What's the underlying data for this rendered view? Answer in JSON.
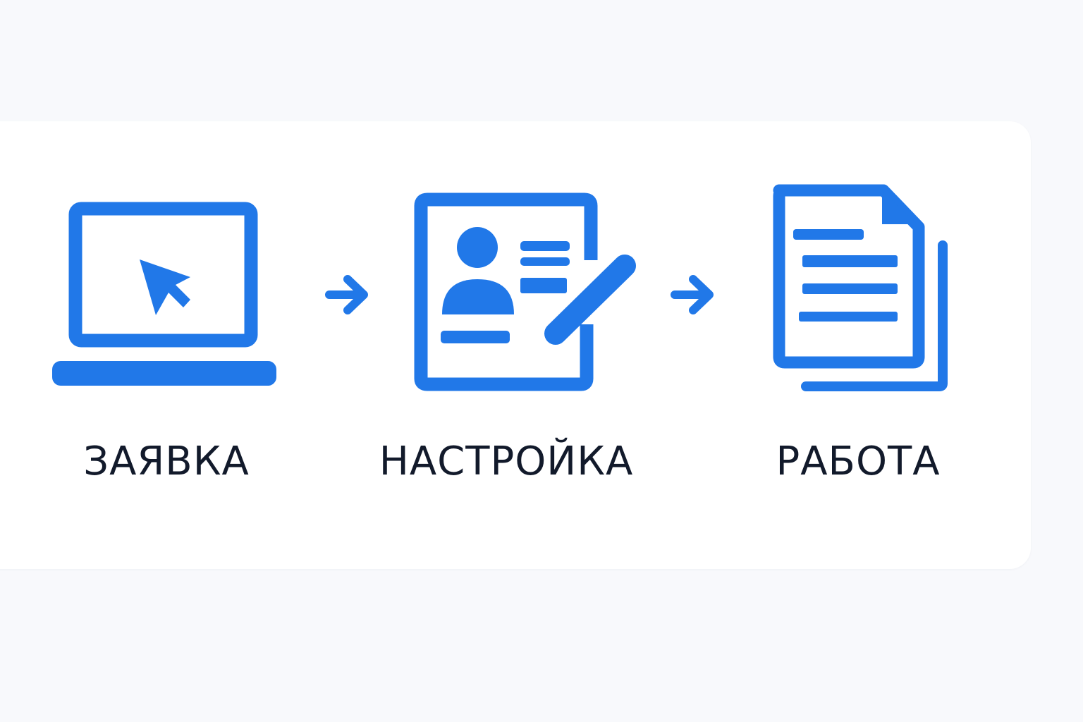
{
  "theme": {
    "accent": "#2178e8",
    "text": "#121a2b",
    "background": "#f8f9fc",
    "card": "#ffffff"
  },
  "steps": [
    {
      "icon": "laptop-cursor-icon",
      "label": "ЗАЯВКА"
    },
    {
      "icon": "profile-form-edit-icon",
      "label": "НАСТРОЙКА"
    },
    {
      "icon": "documents-icon",
      "label": "РАБОТА"
    }
  ],
  "connectors": [
    {
      "icon": "arrow-right-icon"
    },
    {
      "icon": "arrow-right-icon"
    }
  ]
}
